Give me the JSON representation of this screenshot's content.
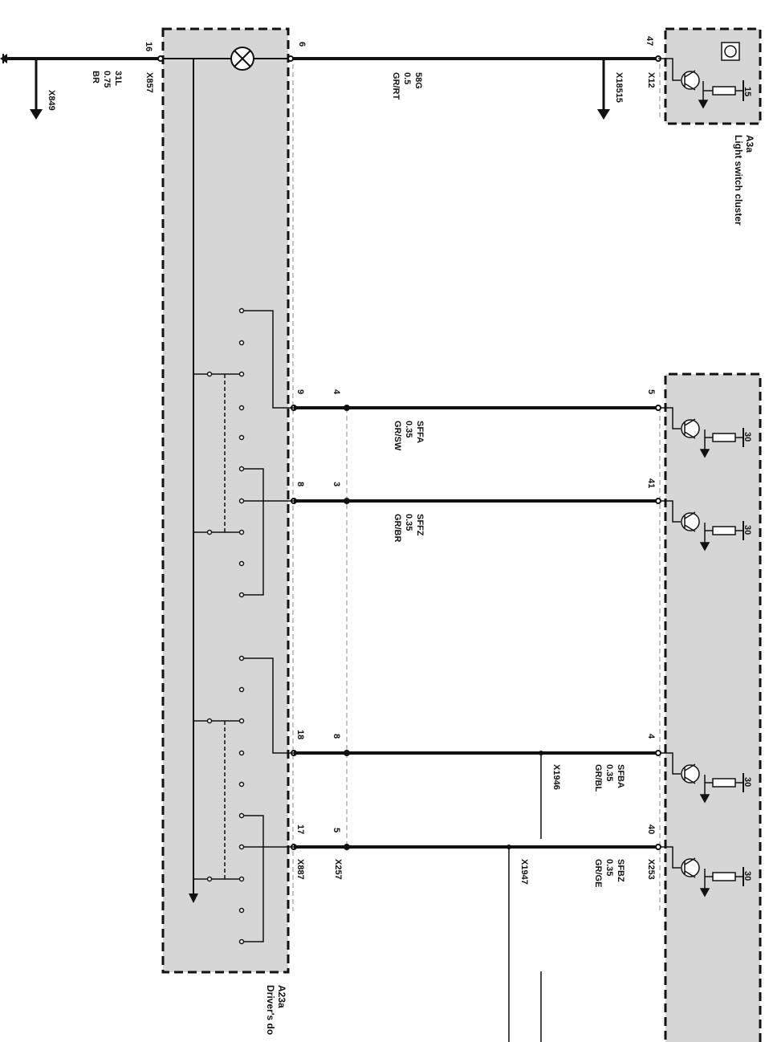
{
  "components": {
    "drivers_door": {
      "id": "A23a",
      "name": "Driver's do"
    },
    "light_switch": {
      "id": "A3a",
      "name": "Light switch cluster"
    }
  },
  "connectors": {
    "x849": "X849",
    "x857": "X857",
    "x887": "X887",
    "x257": "X257",
    "x253": "X253",
    "x12": "X12",
    "x18515": "X18515",
    "x1946": "X1946",
    "x1947": "X1947"
  },
  "wires": {
    "w31l": {
      "signal": "31L",
      "size": "0.75",
      "color": "BR",
      "pin": "16"
    },
    "w58g": {
      "signal": "58G",
      "size": "0.5",
      "color": "GR/RT",
      "pin_left": "6",
      "pin_right": "47"
    },
    "sffa": {
      "signal": "SFFA",
      "size": "0.35",
      "color": "GR/SW",
      "pin_a": "9",
      "pin_b": "4",
      "pin_c": "5"
    },
    "sffz": {
      "signal": "SFFZ",
      "size": "0.35",
      "color": "GR/BR",
      "pin_a": "8",
      "pin_b": "3",
      "pin_c": "41"
    },
    "sfba": {
      "signal": "SFBA",
      "size": "0.35",
      "color": "GR/BL",
      "pin_a": "18",
      "pin_b": "8",
      "pin_c": "4"
    },
    "sfbz": {
      "signal": "SFBZ",
      "size": "0.35",
      "color": "GR/GE",
      "pin_a": "17",
      "pin_b": "5",
      "pin_c": "40"
    }
  },
  "terminals": {
    "t15": "15",
    "t30": "30"
  }
}
